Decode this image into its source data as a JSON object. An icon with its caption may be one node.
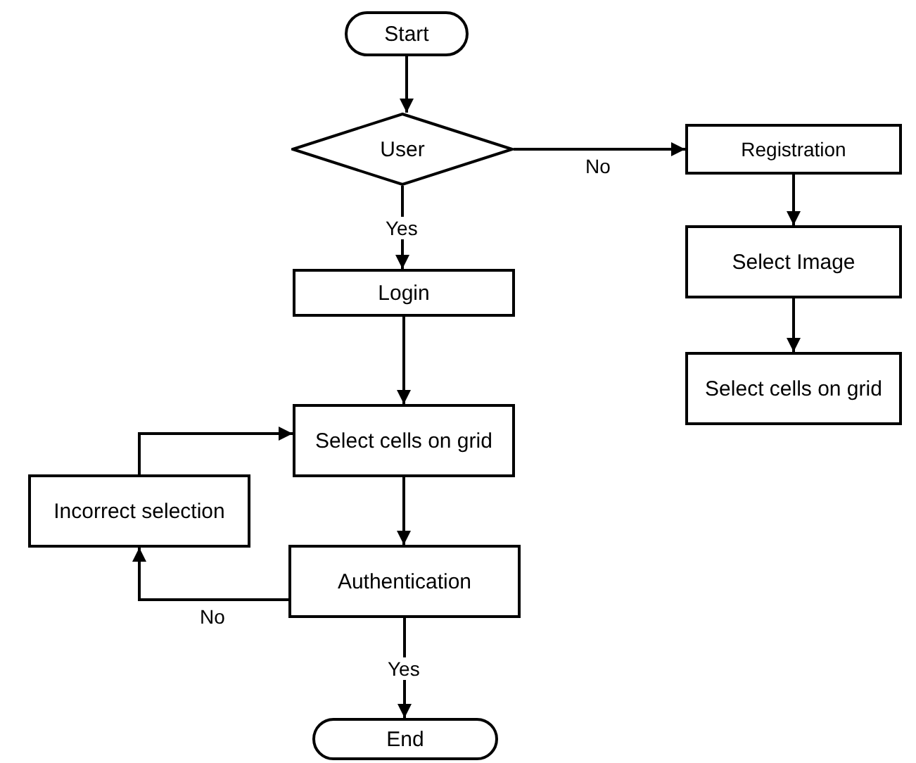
{
  "diagram": {
    "nodes": [
      {
        "text": [
          "Start"
        ]
      },
      {
        "text": [
          "User"
        ]
      },
      {
        "text": [
          "Registration"
        ]
      },
      {
        "text": [
          "Login"
        ]
      },
      {
        "text": [
          "Select Image"
        ]
      },
      {
        "text": [
          "Select cells on grid"
        ]
      },
      {
        "text": [
          "Select cells on grid"
        ]
      },
      {
        "text": [
          "Incorrect selection"
        ]
      },
      {
        "text": [
          "Authentication"
        ]
      },
      {
        "text": [
          "End"
        ]
      }
    ],
    "edges": [
      {
        "from": 0,
        "to": 1,
        "arrow": "to"
      },
      {
        "from": 1,
        "to": 2,
        "arrow": "to",
        "label": "No"
      },
      {
        "from": 1,
        "to": 3,
        "arrow": "to",
        "label": "Yes"
      },
      {
        "from": 2,
        "to": 4,
        "arrow": "to"
      },
      {
        "from": 4,
        "to": 5,
        "arrow": "to"
      },
      {
        "from": 3,
        "to": 6,
        "arrow": "to"
      },
      {
        "from": 6,
        "to": 8,
        "arrow": "to"
      },
      {
        "from": 8,
        "to": 7,
        "arrow": "to",
        "label": "No"
      },
      {
        "from": 7,
        "to": 6,
        "arrow": "to"
      },
      {
        "from": 8,
        "to": 9,
        "arrow": "to",
        "label": "Yes"
      }
    ]
  }
}
